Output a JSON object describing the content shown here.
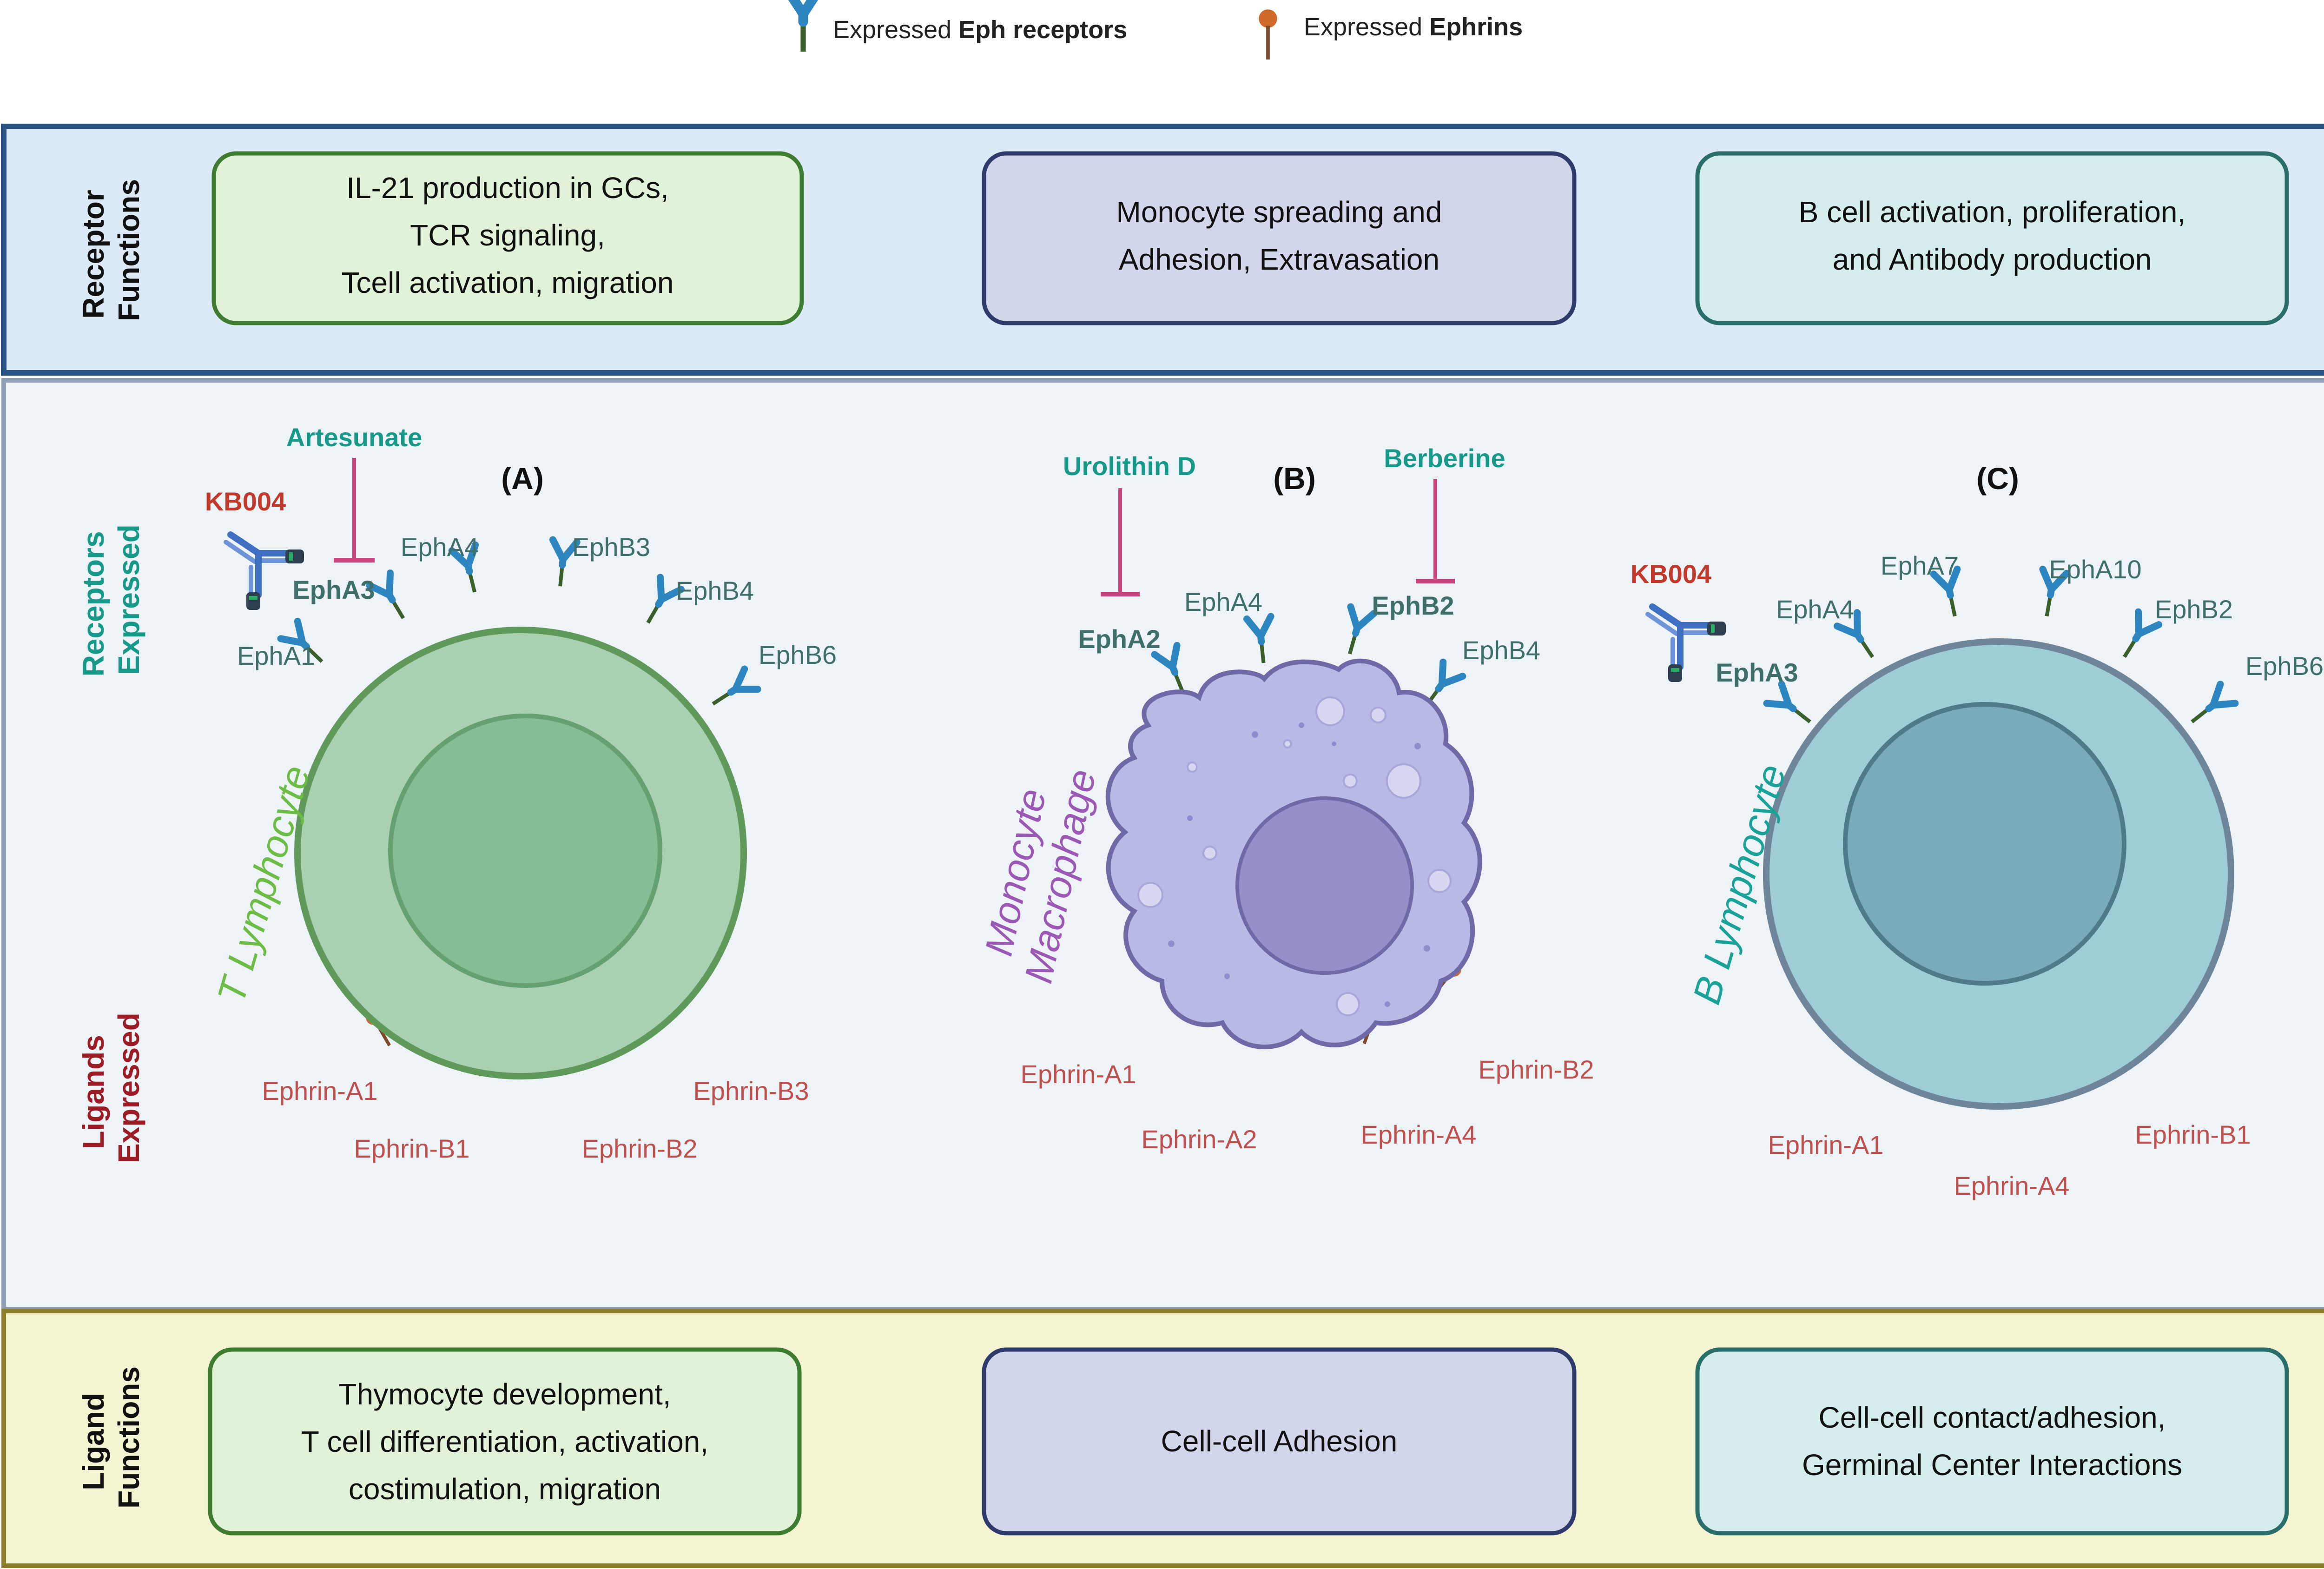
{
  "legend": {
    "receptor_prefix": "Expressed ",
    "receptor_bold": "Eph receptors",
    "ephrin_prefix": "Expressed ",
    "ephrin_bold": "Ephrins"
  },
  "side_labels": {
    "receptor_functions": [
      "Receptor",
      "Functions"
    ],
    "receptors_expressed": [
      "Receptors",
      "Expressed"
    ],
    "ligands_expressed": [
      "Ligands",
      "Expressed"
    ],
    "ligand_functions": [
      "Ligand",
      "Functions"
    ]
  },
  "receptor_functions": {
    "t_cell": [
      "IL-21 production in GCs,",
      "TCR signaling,",
      "Tcell activation, migration"
    ],
    "monocyte": [
      "Monocyte spreading and",
      "Adhesion, Extravasation"
    ],
    "b_cell": [
      "B cell activation, proliferation,",
      "and Antibody production"
    ]
  },
  "ligand_functions": {
    "t_cell": [
      "Thymocyte development,",
      "T cell differentiation, activation,",
      "costimulation, migration"
    ],
    "monocyte": [
      "Cell-cell Adhesion"
    ],
    "b_cell": [
      "Cell-cell contact/adhesion,",
      "Germinal Center Interactions"
    ]
  },
  "panels": {
    "a": {
      "letter": "(A)",
      "cell_name": "T Lymphocyte",
      "receptors": [
        "EphA1",
        "EphA3",
        "EphA4",
        "EphB3",
        "EphB4",
        "EphB6"
      ],
      "ligands": [
        "Ephrin-A1",
        "Ephrin-B1",
        "Ephrin-B2",
        "Ephrin-B3"
      ],
      "inhibitor": "Artesunate",
      "antibody": "KB004"
    },
    "b": {
      "letter": "(B)",
      "cell_name": [
        "Monocyte",
        "Macrophage"
      ],
      "receptors": [
        "EphA2",
        "EphA4",
        "EphB2",
        "EphB4"
      ],
      "ligands": [
        "Ephrin-A1",
        "Ephrin-A2",
        "Ephrin-A4",
        "Ephrin-B2"
      ],
      "inhibitors": [
        "Urolithin D",
        "Berberine"
      ]
    },
    "c": {
      "letter": "(C)",
      "cell_name": "B Lymphocyte",
      "receptors": [
        "EphA3",
        "EphA4",
        "EphA7",
        "EphA10",
        "EphB2",
        "EphB6"
      ],
      "ligands": [
        "Ephrin-A1",
        "Ephrin-A4",
        "Ephrin-B1"
      ],
      "antibody": "KB004"
    }
  },
  "colors": {
    "receptor_icon": "#2E86C1",
    "stalk": "#3a5f2a",
    "ephrin_head": "#d06a2a",
    "receptor_label": "#3e6f6a",
    "ligand_label": "#c0504d",
    "drug_teal": "#17998a",
    "antibody_red": "#c0392b",
    "inhibit_bar": "#c9457e",
    "t_cell": "#a9d0b0",
    "monocyte": "#b9b9e6",
    "b_cell": "#9ecdd6"
  }
}
